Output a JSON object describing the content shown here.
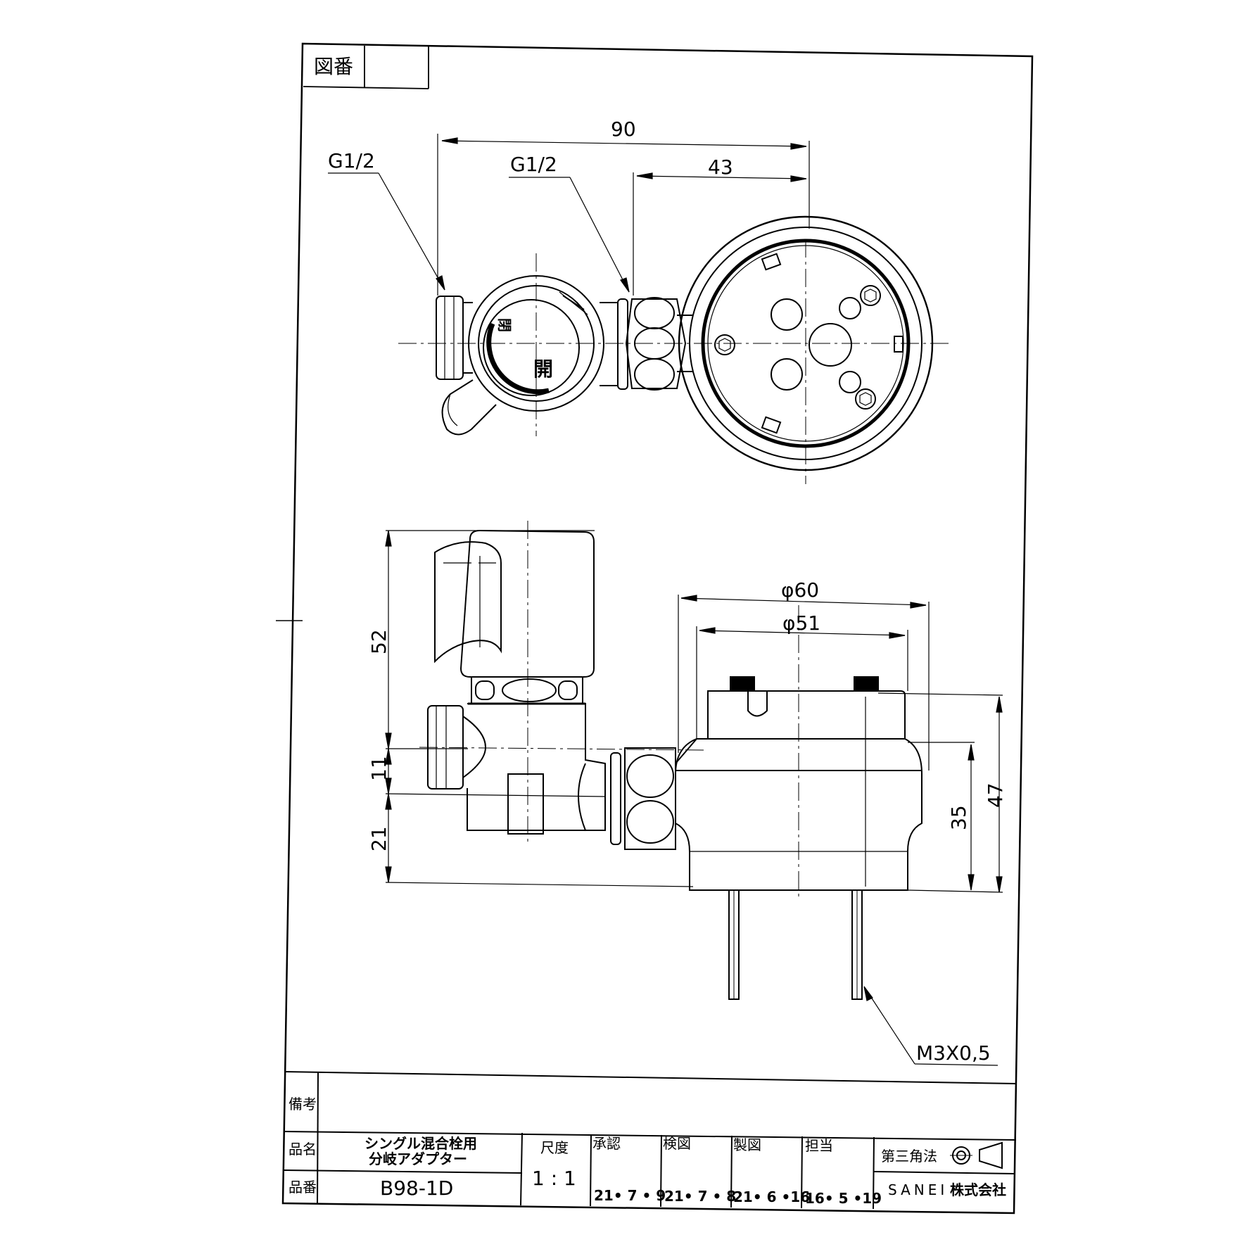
{
  "sheet": {
    "drawing_no_label": "図番",
    "drawing_no_value": ""
  },
  "dimensions": {
    "thread_left": "G1/2",
    "thread_mid": "G1/2",
    "width_overall": "90",
    "width_partial": "43",
    "dia_outer": "φ60",
    "dia_inner": "φ51",
    "h_top": "52",
    "h_mid": "11",
    "h_bottom": "21",
    "h_body": "35",
    "h_total": "47",
    "bolt": "M3X0,5"
  },
  "valve_marks": {
    "top": "閉",
    "bottom": "開"
  },
  "title_block": {
    "remarks_label": "備考",
    "remarks_value": "",
    "name_label": "品名",
    "name_line1": "シングル混合栓用",
    "name_line2": "分岐アダプター",
    "part_label": "品番",
    "part_value": "B98-1D",
    "scale_label": "尺度",
    "scale_value": "1 : 1",
    "approved_label": "承認",
    "approved_date": "21• 7 • 9",
    "checked_label": "検図",
    "checked_date": "21• 7 • 8",
    "drawn_label": "製図",
    "drawn_date": "21• 6 •16",
    "charge_label": "担当",
    "charge_date": "16• 5 •19",
    "projection": "第三角法",
    "company_brand": "SANEI",
    "company_suffix": "株式会社"
  }
}
